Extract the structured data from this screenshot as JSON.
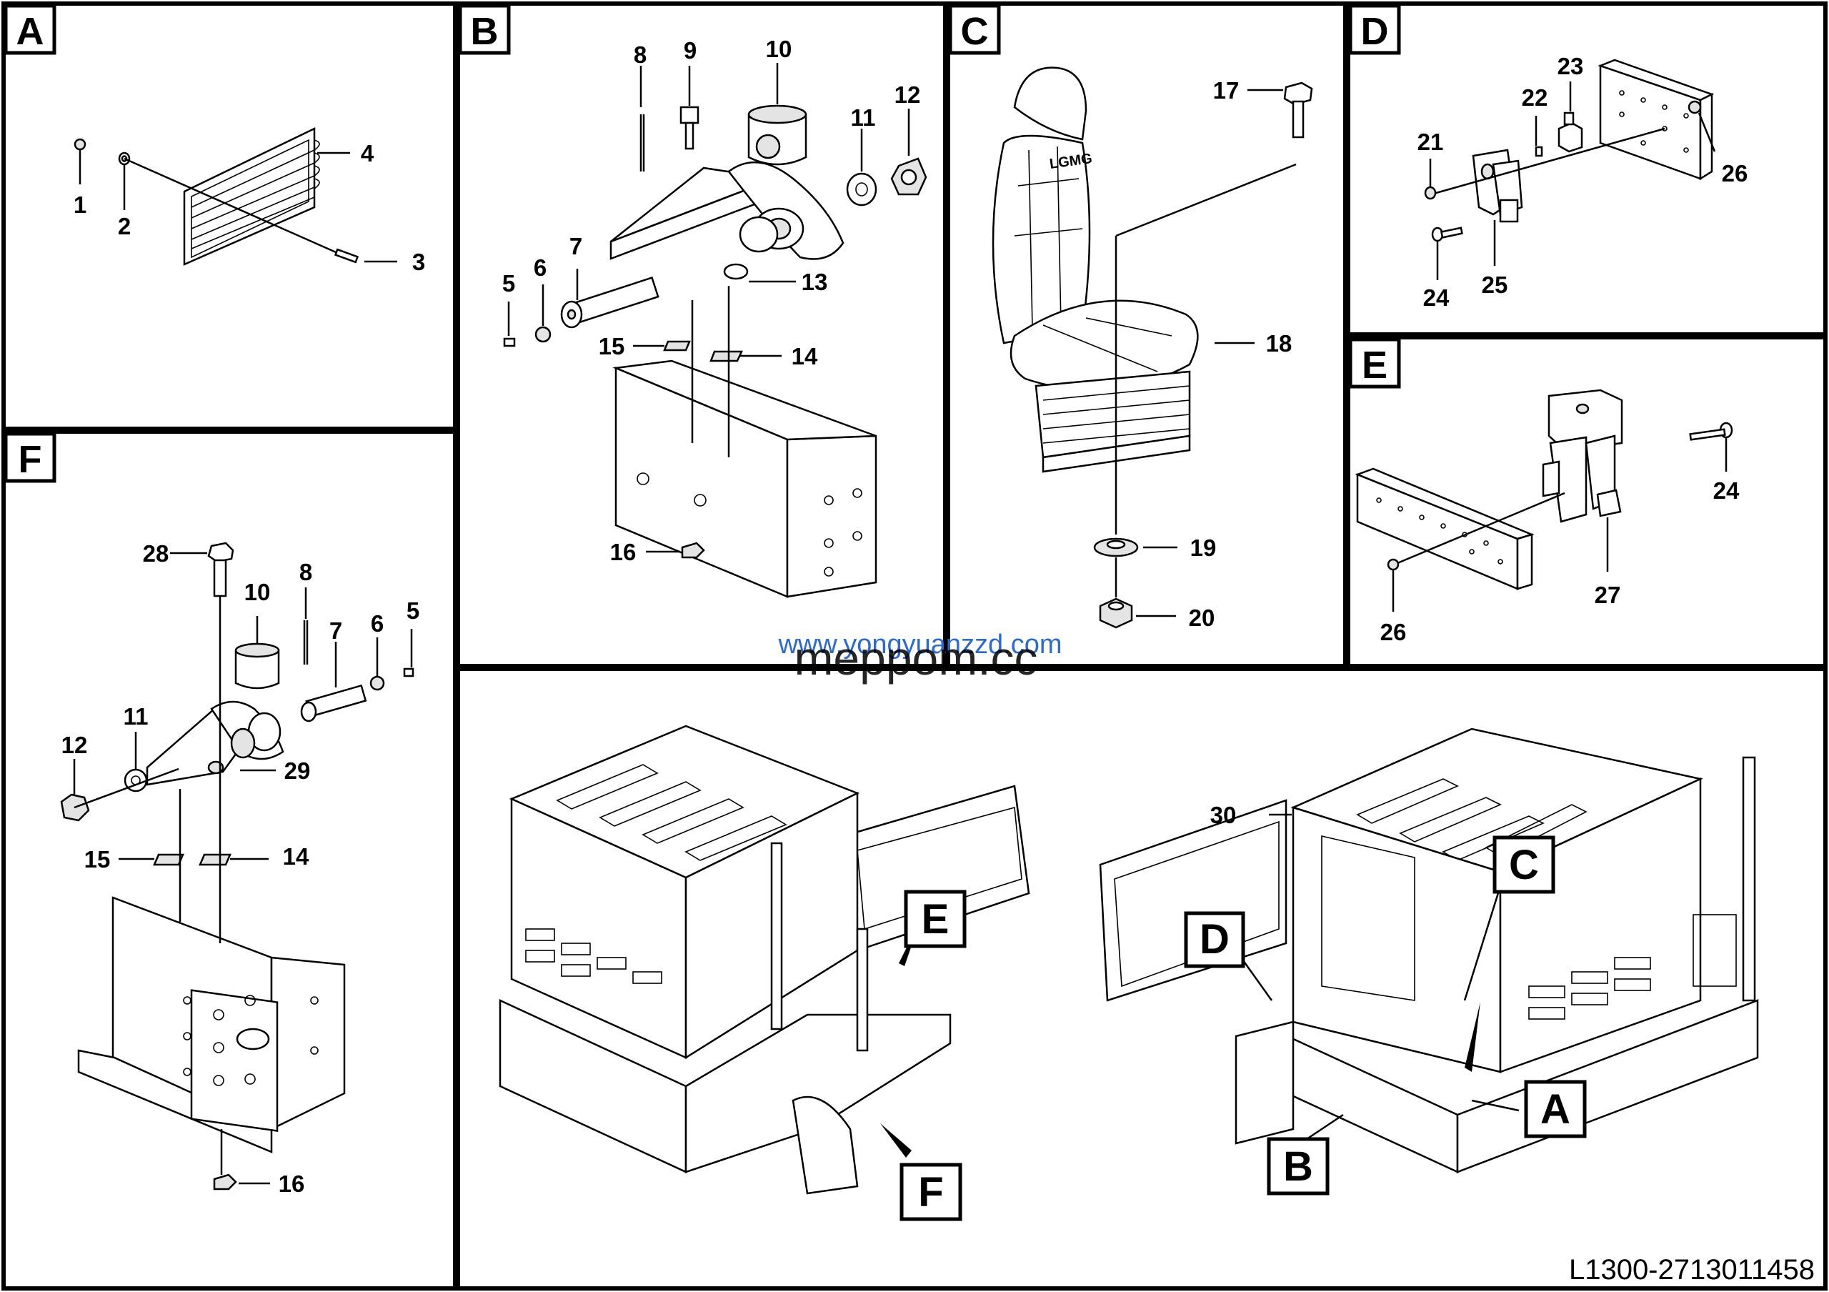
{
  "panels": {
    "A": {
      "tag": "A"
    },
    "B": {
      "tag": "B"
    },
    "C": {
      "tag": "C"
    },
    "D": {
      "tag": "D"
    },
    "E": {
      "tag": "E"
    },
    "F": {
      "tag": "F"
    }
  },
  "callouts": {
    "part_numbers": [
      "1",
      "2",
      "3",
      "4",
      "5",
      "6",
      "7",
      "8",
      "9",
      "10",
      "11",
      "12",
      "13",
      "14",
      "15",
      "16",
      "17",
      "18",
      "19",
      "20",
      "21",
      "22",
      "23",
      "24",
      "25",
      "26",
      "27",
      "28",
      "29",
      "30"
    ]
  },
  "cab_views": {
    "callout_labels": {
      "A": "A",
      "B": "B",
      "C": "C",
      "D": "D",
      "E": "E",
      "F": "F"
    },
    "seat_brand": "LGMG"
  },
  "watermark": {
    "url": "www.yongyuanzzd.com",
    "name": "meppom.cc"
  },
  "document_id": "L1300-2713011458"
}
